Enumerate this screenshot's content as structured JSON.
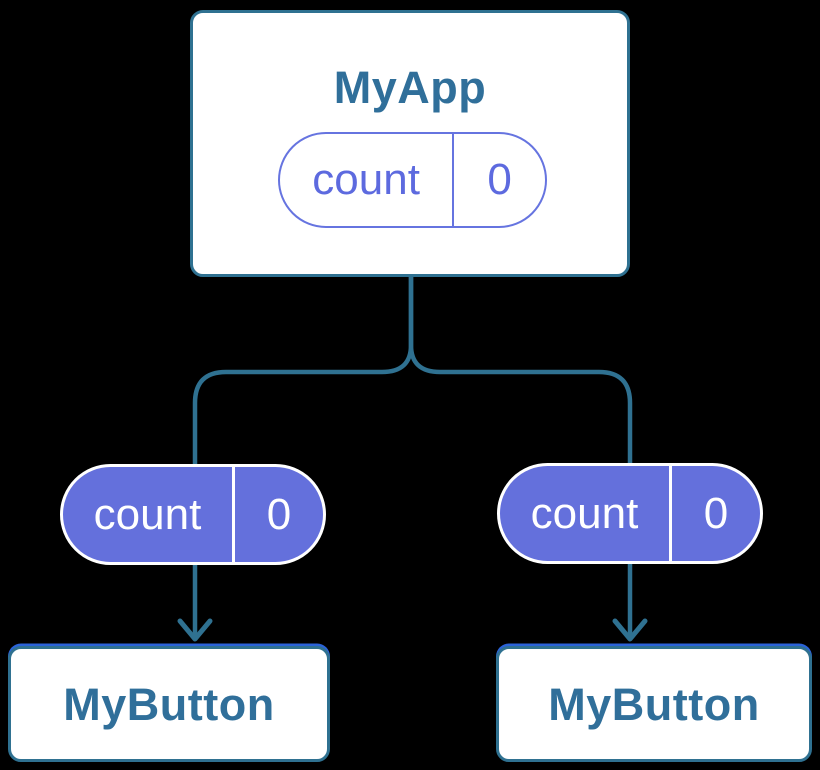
{
  "diagram": {
    "type": "component-tree",
    "root": {
      "title": "MyApp",
      "state": {
        "label": "count",
        "value": "0"
      }
    },
    "children": [
      {
        "title": "MyButton",
        "prop": {
          "label": "count",
          "value": "0"
        }
      },
      {
        "title": "MyButton",
        "prop": {
          "label": "count",
          "value": "0"
        }
      }
    ],
    "colors": {
      "background": "#000000",
      "node_fill": "#FFFFFF",
      "node_border_teal": "#2F7191",
      "node_title_teal": "#306F9A",
      "connector_teal": "#2F7191",
      "pill_solid_purple": "#6470DC",
      "pill_outline_purple": "#6674E0",
      "pill_outline_text_purple": "#5D6ADF",
      "pill_solid_text": "#FFFFFF",
      "child_top_edge_blue": "#2B63D9"
    }
  }
}
